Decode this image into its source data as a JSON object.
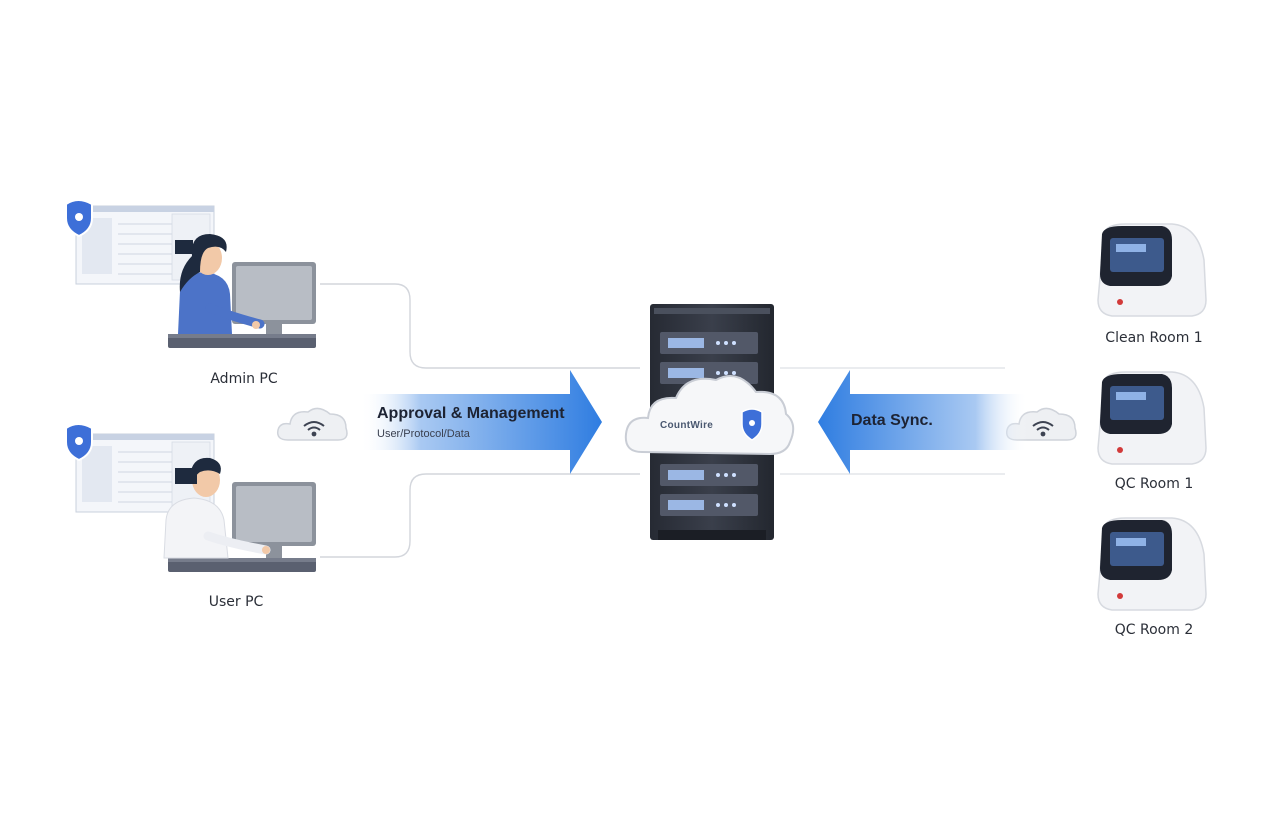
{
  "nodes": {
    "admin_pc": {
      "label": "Admin PC"
    },
    "user_pc": {
      "label": "User PC"
    },
    "server": {
      "brand": "CountWire"
    },
    "devices": [
      {
        "label": "Clean Room 1"
      },
      {
        "label": "QC Room 1"
      },
      {
        "label": "QC Room 2"
      }
    ]
  },
  "edges": {
    "left_arrow": {
      "title": "Approval & Management",
      "subtitle": "User/Protocol/Data"
    },
    "right_arrow": {
      "title": "Data Sync."
    }
  },
  "colors": {
    "arrow_blue": "#2f7de1",
    "shield_blue": "#3d6fd8",
    "server_dark": "#2f3440",
    "connector_gray": "#d3d6dc"
  }
}
